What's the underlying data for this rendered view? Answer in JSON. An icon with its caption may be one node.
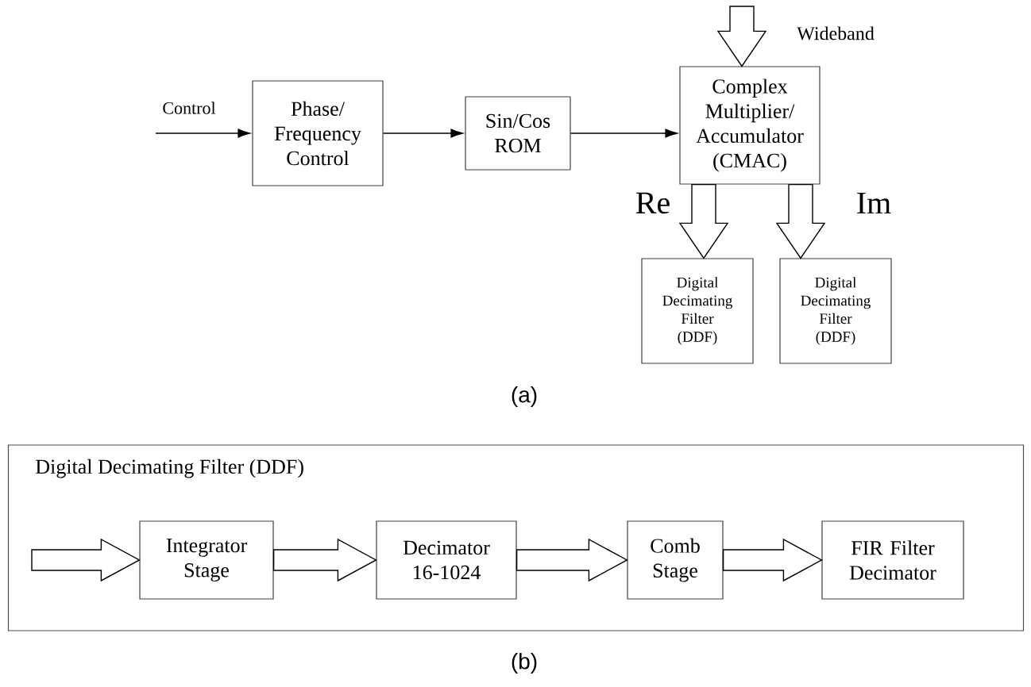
{
  "diagram": {
    "nodes": [
      {
        "text": [
          "Phase/ Frequency Control"
        ]
      },
      {
        "text": [
          "Sin/Cos ROM"
        ]
      },
      {
        "text": [
          "Complex Multiplier/ Accumulator (CMAC)"
        ]
      },
      {
        "text": [
          "Digital Decimating Filter (DDF)"
        ]
      },
      {
        "text": [
          "Digital Decimating Filter (DDF)"
        ]
      },
      {
        "text": [
          "Digital Decimating Filter (DDF)"
        ]
      },
      {
        "text": [
          "Integrator Stage"
        ],
        "in": 5
      },
      {
        "text": [
          "Decimator 16-1024"
        ],
        "in": 5
      },
      {
        "text": [
          "Comb Stage"
        ],
        "in": 5
      },
      {
        "text": [
          "FIR Filter Decimator"
        ],
        "in": 5
      }
    ],
    "edges": [
      {
        "from": null,
        "to": 0,
        "arrow": "to",
        "label": "Control"
      },
      {
        "from": 0,
        "to": 1,
        "arrow": "to"
      },
      {
        "from": 1,
        "to": 2,
        "arrow": "to"
      },
      {
        "from": null,
        "to": 2,
        "arrow": "to",
        "label": "Wideband",
        "style": "thick"
      },
      {
        "from": 2,
        "to": 3,
        "arrow": "to",
        "label": "Re",
        "style": "thick"
      },
      {
        "from": 2,
        "to": 4,
        "arrow": "to",
        "label": "Im",
        "style": "thick"
      },
      {
        "from": null,
        "to": 6,
        "arrow": "to",
        "style": "thick"
      },
      {
        "from": 6,
        "to": 7,
        "arrow": "to",
        "style": "thick"
      },
      {
        "from": 7,
        "to": 8,
        "arrow": "to",
        "style": "thick"
      },
      {
        "from": 8,
        "to": 9,
        "arrow": "to",
        "style": "thick"
      }
    ],
    "labels": [
      "(a)",
      "(b)"
    ]
  }
}
